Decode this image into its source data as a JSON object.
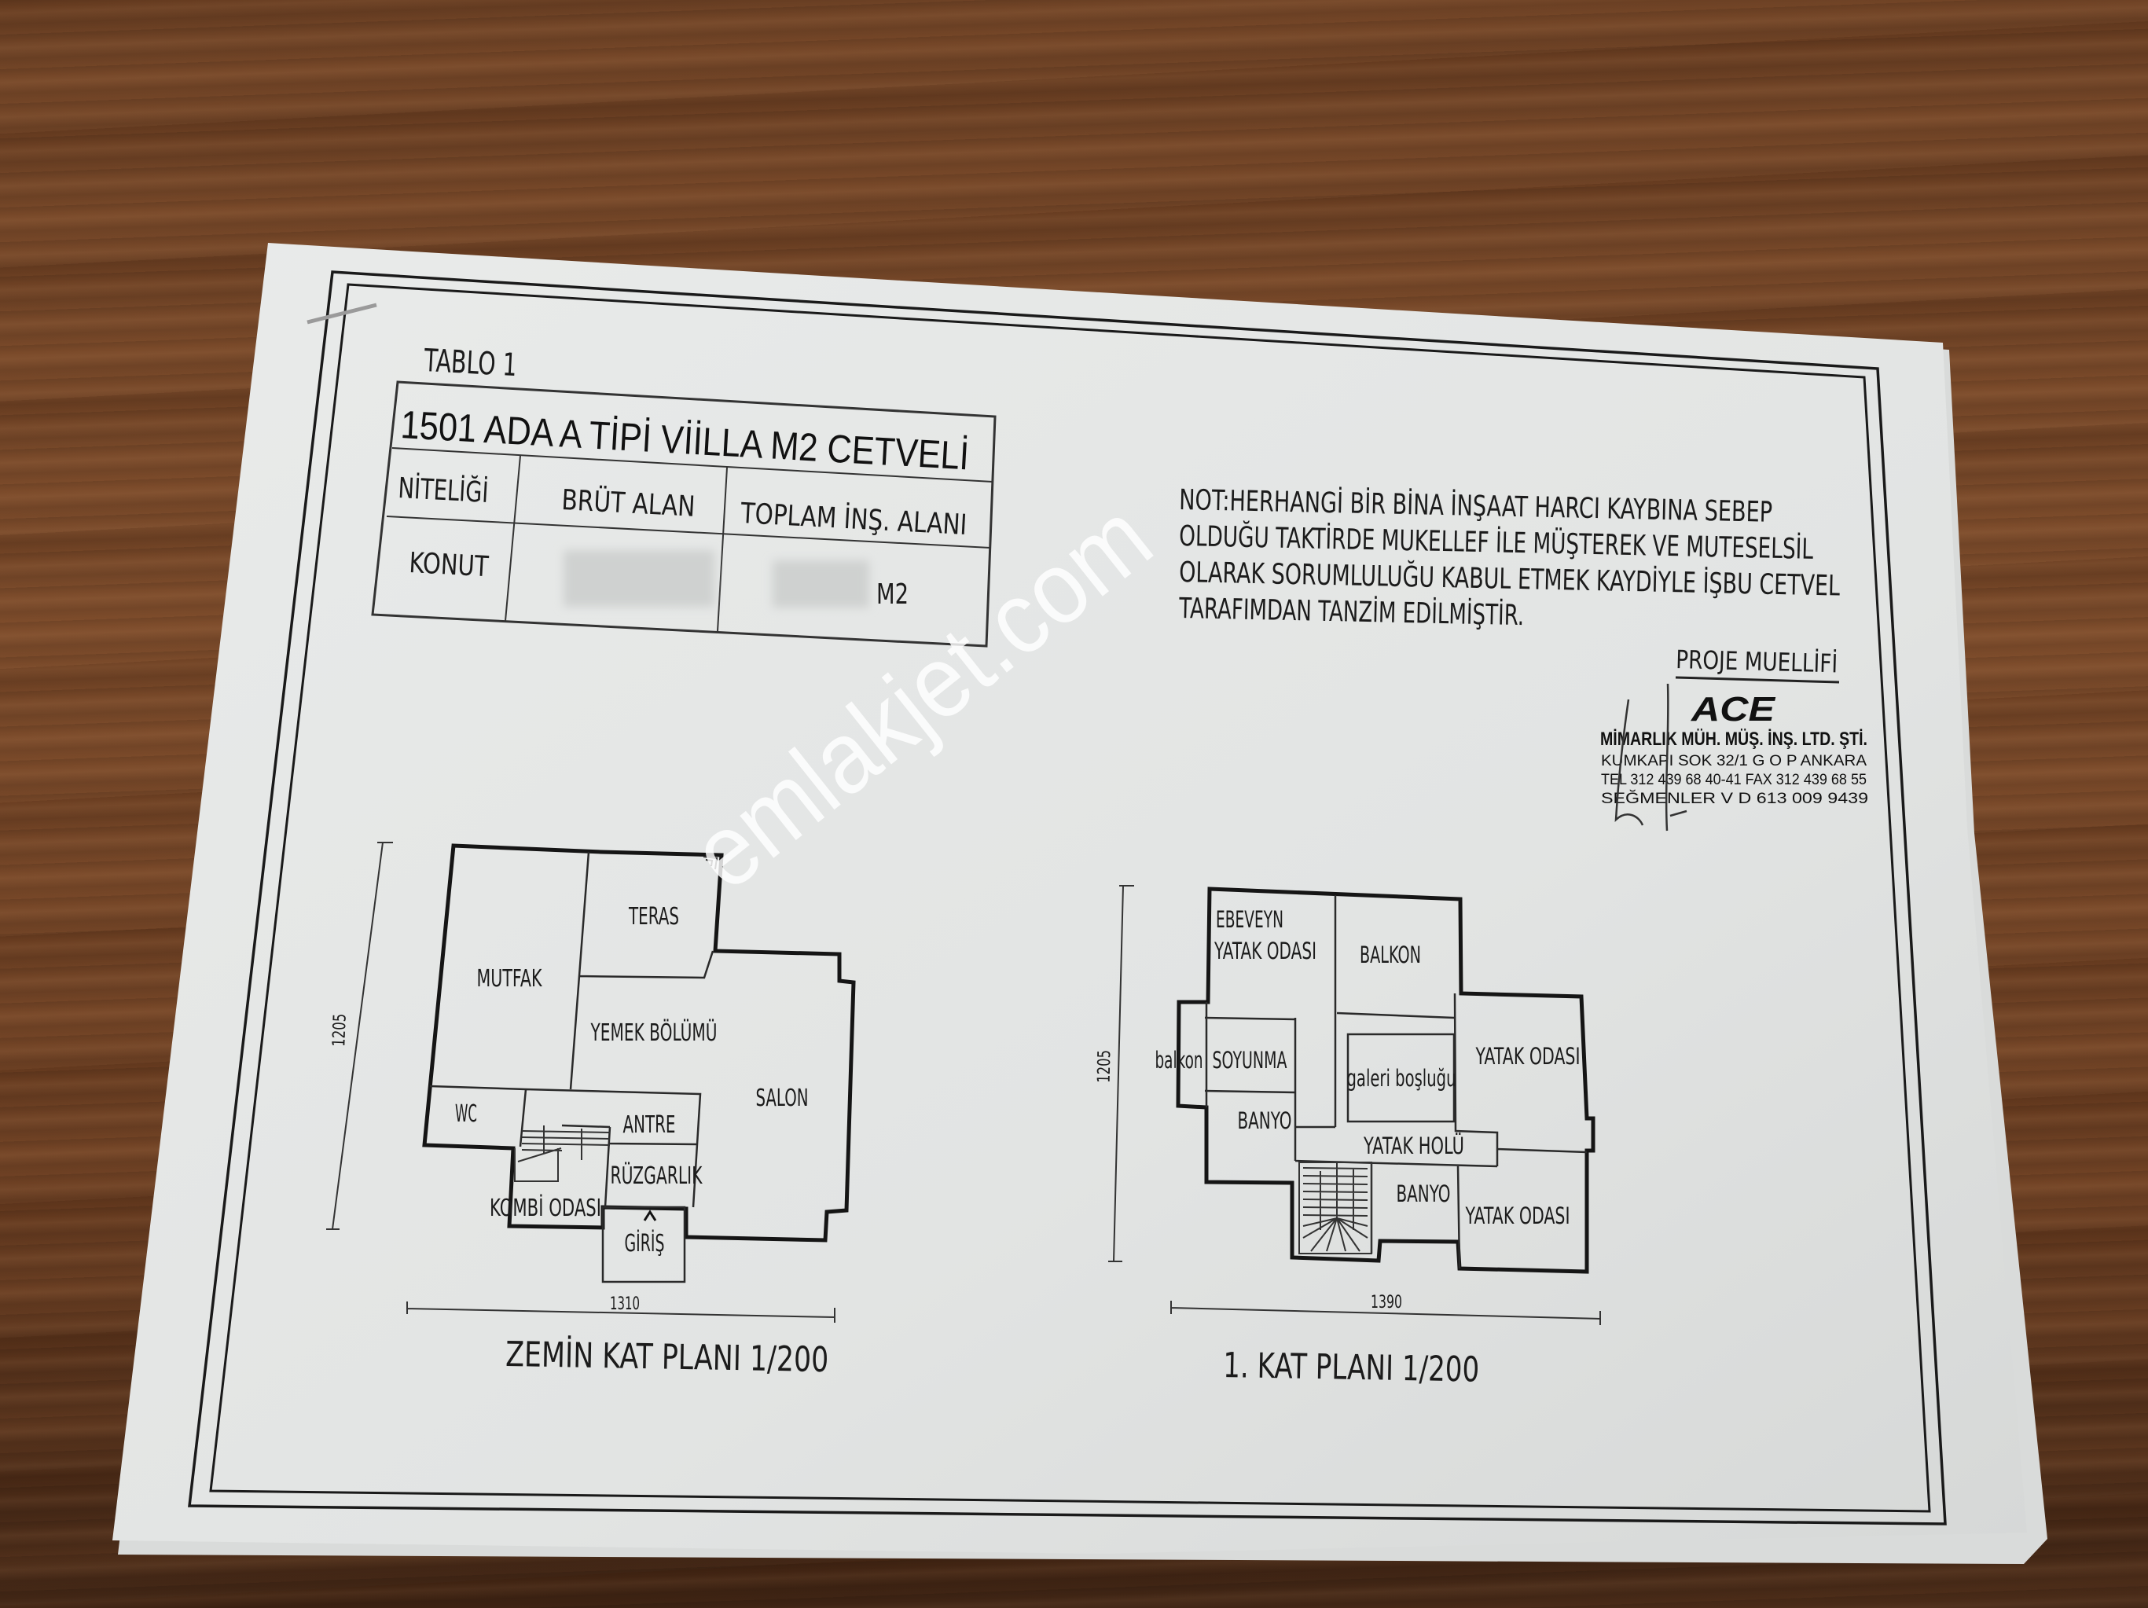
{
  "document": {
    "table_label": "TABLO 1",
    "table": {
      "title": "1501 ADA   A TİPİ VİİLLA  M2 CETVELİ",
      "headers": [
        "NİTELİĞİ",
        "BRÜT ALAN",
        "TOPLAM İNŞ. ALANI"
      ],
      "rows": [
        {
          "niteligi": "KONUT",
          "toplam_unit": "M2"
        }
      ]
    }
  },
  "note": {
    "lines": [
      "NOT:HERHANGİ BİR BİNA İNŞAAT HARCI KAYBINA SEBEP",
      "OLDUĞU TAKTİRDE MUKELLEF İLE MÜŞTEREK VE MUTESELSİL",
      "OLARAK SORUMLULUĞU KABUL ETMEK KAYDİYLE İŞBU CETVEL",
      "TARAFIMDAN TANZİM EDİLMİŞTİR."
    ]
  },
  "stamp": {
    "heading": "PROJE MUELLİFİ",
    "logo": "ACE",
    "company": "MİMARLIK MÜH. MÜŞ. İNŞ. LTD. ŞTİ.",
    "address": "KUMKAPI SOK  32/1 G O P  ANKARA",
    "phone": "TEL 312 439 68 40-41 FAX 312 439 68 55",
    "tax_office": "SEĞMENLER V D  613 009 9439"
  },
  "plans": {
    "ground": {
      "caption": "ZEMİN KAT PLANI 1/200",
      "width_dim": "1310",
      "height_dim": "1205",
      "rooms": {
        "teras": "TERAS",
        "mutfak": "MUTFAK",
        "yemek": "YEMEK BÖLÜMÜ",
        "salon": "SALON",
        "wc": "WC",
        "antre": "ANTRE",
        "ruzgarlik": "RÜZGARLIK",
        "kombi": "KOMBİ ODASI",
        "giris": "GİRİŞ"
      }
    },
    "first": {
      "caption": "1. KAT PLANI 1/200",
      "width_dim": "1390",
      "height_dim": "1205",
      "rooms": {
        "ebeveyn_1": "EBEVEYN",
        "ebeveyn_2": "YATAK ODASI",
        "balkon_big": "BALKON",
        "balkon_small": "balkon",
        "soyunma": "SOYUNMA",
        "galeri": "galeri boşluğu",
        "yatak_right": "YATAK ODASI",
        "banyo_left": "BANYO",
        "hol": "YATAK HOLÜ",
        "banyo_right": "BANYO",
        "yatak_lower": "YATAK ODASI"
      }
    }
  },
  "watermark": "emlakjet.com",
  "colors": {
    "paper": "#e3e5e4",
    "ink": "#151515",
    "wood": "#6e4225",
    "watermark": "#ffffff"
  }
}
